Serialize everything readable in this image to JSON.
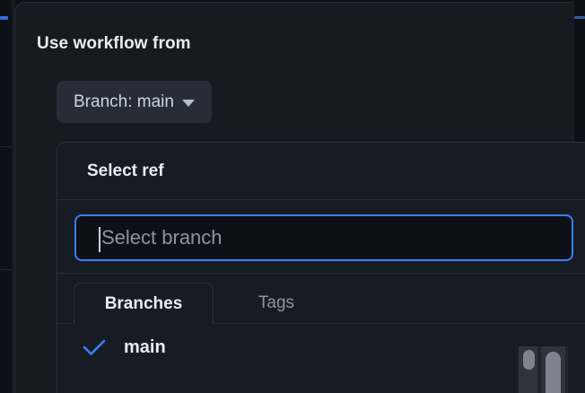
{
  "theme": {
    "page_bg": "#0d1117",
    "surface_bg": "#161b22",
    "popup_bg": "#171c24",
    "input_bg": "#0d1117",
    "border": "#2b313a",
    "accent_blue": "#3b7ef5",
    "text_primary": "#e6edf3",
    "text_muted": "#8b949e",
    "button_bg": "#272d36"
  },
  "workflow": {
    "section_title": "Use workflow from",
    "branch_button_label": "Branch: main",
    "branch_button_icon": "chevron-down-icon"
  },
  "ref_picker": {
    "title": "Select ref",
    "search": {
      "placeholder": "Select branch",
      "value": "",
      "focused": true
    },
    "tabs": [
      {
        "label": "Branches",
        "active": true
      },
      {
        "label": "Tags",
        "active": false
      }
    ],
    "items": [
      {
        "label": "main",
        "selected": true,
        "check_icon": "check-icon"
      }
    ]
  },
  "scrollbars": {
    "inner": {
      "name": "inner-scrollbar"
    },
    "outer": {
      "name": "outer-scrollbar"
    }
  }
}
